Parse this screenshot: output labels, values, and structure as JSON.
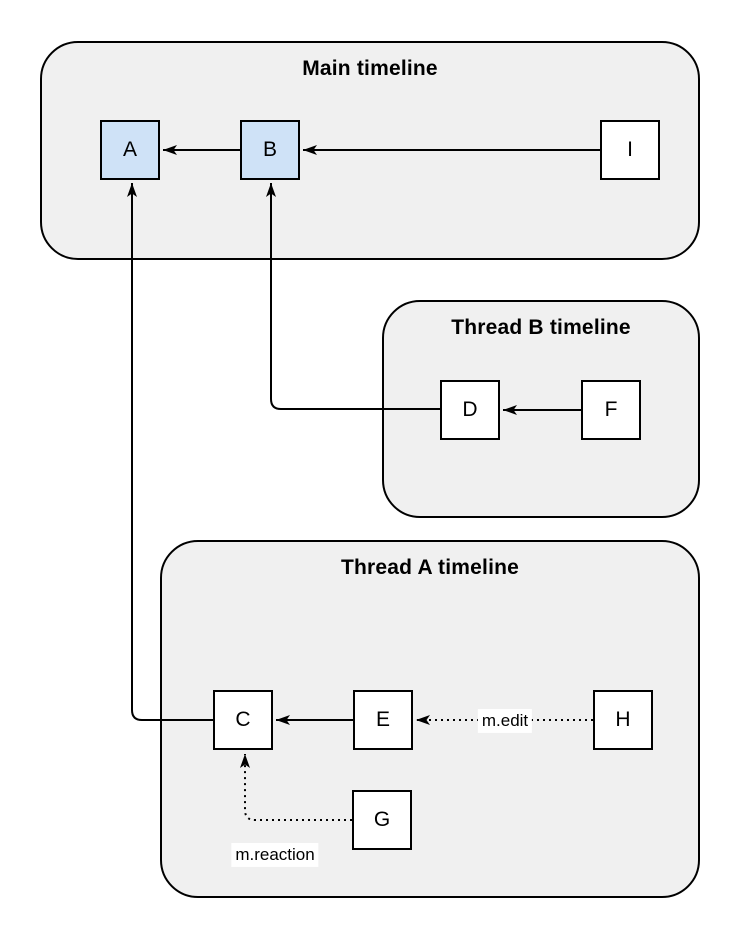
{
  "diagram": {
    "colors": {
      "container_fill": "#f0f0f0",
      "container_border": "#000000",
      "node_fill_highlight": "#cfe2f7",
      "node_fill_default": "#ffffff",
      "node_border": "#000000",
      "edge_color": "#000000",
      "edge_label_bg": "#ffffff",
      "text_color": "#000000",
      "page_bg": "#ffffff"
    },
    "containers": [
      {
        "id": "main",
        "title": "Main timeline"
      },
      {
        "id": "thread_b",
        "title": "Thread B timeline"
      },
      {
        "id": "thread_a",
        "title": "Thread A timeline"
      }
    ],
    "nodes": {
      "A": {
        "label": "A",
        "highlighted": true
      },
      "B": {
        "label": "B",
        "highlighted": true
      },
      "I": {
        "label": "I",
        "highlighted": false
      },
      "D": {
        "label": "D",
        "highlighted": false
      },
      "F": {
        "label": "F",
        "highlighted": false
      },
      "C": {
        "label": "C",
        "highlighted": false
      },
      "E": {
        "label": "E",
        "highlighted": false
      },
      "H": {
        "label": "H",
        "highlighted": false
      },
      "G": {
        "label": "G",
        "highlighted": false
      }
    },
    "edges": [
      {
        "from": "B",
        "to": "A",
        "style": "solid",
        "label": ""
      },
      {
        "from": "I",
        "to": "B",
        "style": "solid",
        "label": ""
      },
      {
        "from": "D",
        "to": "B",
        "style": "solid",
        "label": ""
      },
      {
        "from": "F",
        "to": "D",
        "style": "solid",
        "label": ""
      },
      {
        "from": "C",
        "to": "A",
        "style": "solid",
        "label": ""
      },
      {
        "from": "E",
        "to": "C",
        "style": "solid",
        "label": ""
      },
      {
        "from": "H",
        "to": "E",
        "style": "dotted",
        "label": "m.edit"
      },
      {
        "from": "G",
        "to": "C",
        "style": "dotted",
        "label": "m.reaction"
      }
    ]
  }
}
